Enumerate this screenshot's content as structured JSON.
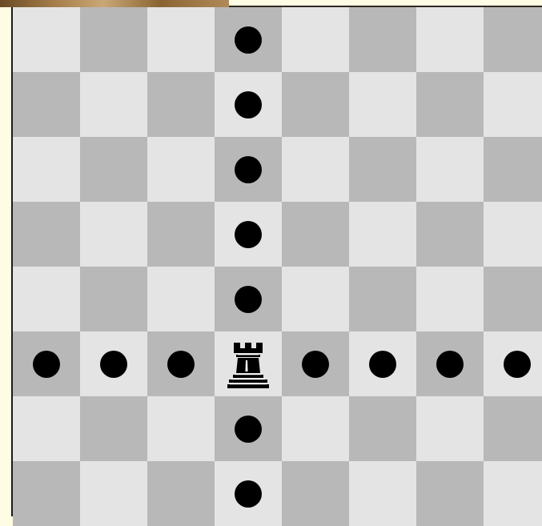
{
  "board": {
    "files": 8,
    "ranks": 8,
    "light_color": "#e4e4e4",
    "dark_color": "#b8b8b8",
    "pieces": [
      {
        "type": "rook",
        "color": "black",
        "row": 5,
        "col": 3,
        "icon": "black-rook-icon"
      }
    ],
    "move_markers": [
      [
        0,
        3
      ],
      [
        1,
        3
      ],
      [
        2,
        3
      ],
      [
        3,
        3
      ],
      [
        4,
        3
      ],
      [
        6,
        3
      ],
      [
        7,
        3
      ],
      [
        5,
        0
      ],
      [
        5,
        1
      ],
      [
        5,
        2
      ],
      [
        5,
        4
      ],
      [
        5,
        5
      ],
      [
        5,
        6
      ],
      [
        5,
        7
      ]
    ],
    "marker_color": "#000000"
  }
}
